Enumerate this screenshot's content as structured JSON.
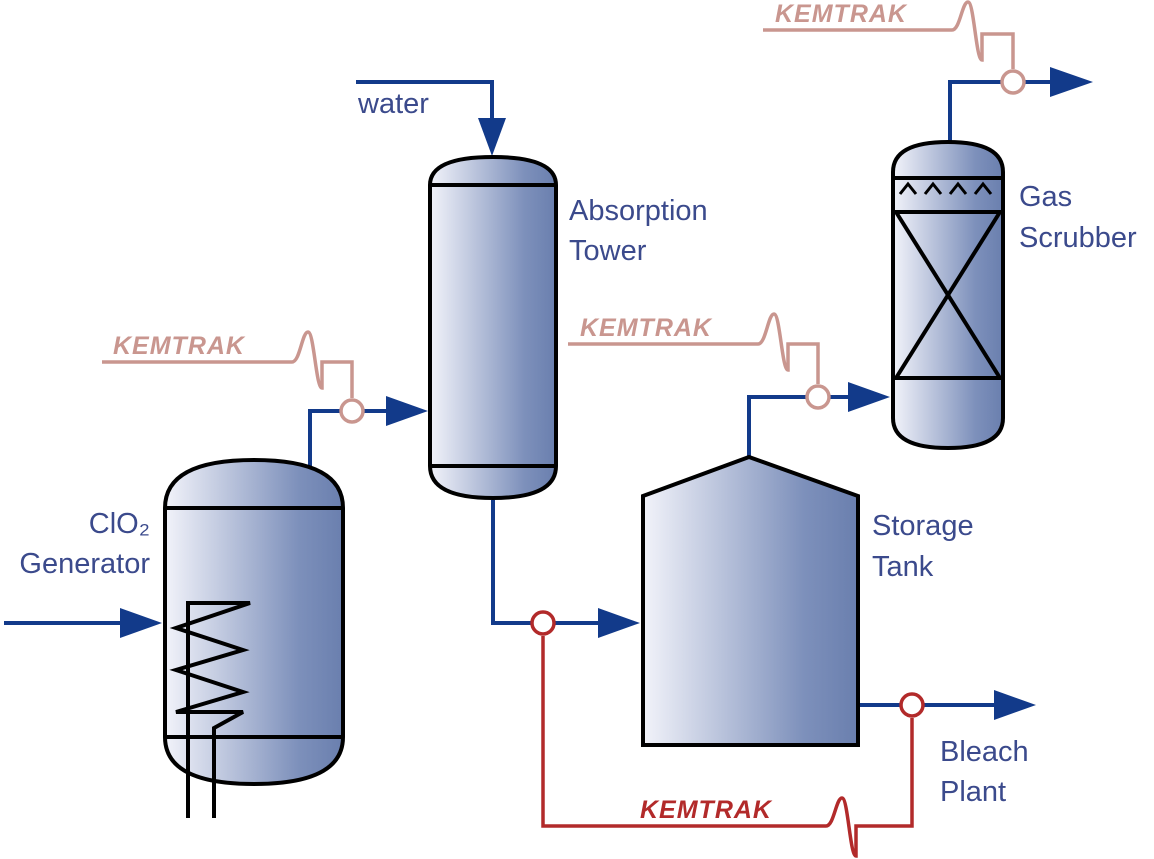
{
  "labels": {
    "water": "water",
    "absorption_tower_line1": "Absorption",
    "absorption_tower_line2": "Tower",
    "gas_scrubber_line1": "Gas",
    "gas_scrubber_line2": "Scrubber",
    "clo2_generator_line1": "ClO₂",
    "clo2_generator_line2": "Generator",
    "storage_tank_line1": "Storage",
    "storage_tank_line2": "Tank",
    "bleach_plant_line1": "Bleach",
    "bleach_plant_line2": "Plant"
  },
  "analyzers": [
    {
      "brand": "KEMTRAK",
      "color": "#c9968f"
    },
    {
      "brand": "KEMTRAK",
      "color": "#c9968f"
    },
    {
      "brand": "KEMTRAK",
      "color": "#c9968f"
    },
    {
      "brand": "KEMTRAK",
      "color": "#b22a2a"
    }
  ],
  "colors": {
    "pipe": "#123a8a",
    "label": "#3b4a8c",
    "vessel_light": "#eef0f8",
    "vessel_dark": "#6a83b0",
    "sensor_light": "#c9968f",
    "sensor_dark": "#b22a2a"
  }
}
